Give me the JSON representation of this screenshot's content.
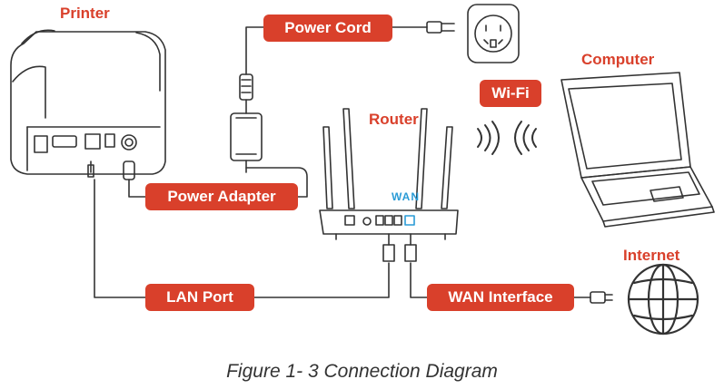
{
  "labels": {
    "printer": "Printer",
    "router": "Router",
    "computer": "Computer",
    "internet": "Internet",
    "wan_port": "WAN"
  },
  "tags": {
    "power_cord": "Power Cord",
    "power_adapter": "Power Adapter",
    "wifi": "Wi-Fi",
    "lan_port": "LAN Port",
    "wan_interface": "WAN Interface"
  },
  "caption": "Figure 1- 3 Connection Diagram",
  "colors": {
    "accent": "#d9402b",
    "wan_blue": "#2a9bd6",
    "line": "#333333"
  }
}
